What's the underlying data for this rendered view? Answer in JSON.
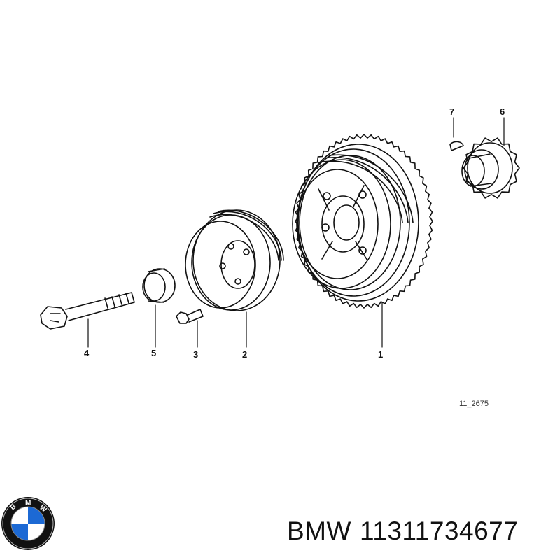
{
  "diagram": {
    "callouts": {
      "c1": "1",
      "c2": "2",
      "c3": "3",
      "c4": "4",
      "c5": "5",
      "c6": "6",
      "c7": "7"
    },
    "reference_code": "11_2675"
  },
  "logo": {
    "name": "bmw-roundel-logo",
    "text": "BMW",
    "colors": {
      "blue": "#1c69d4",
      "black": "#111111",
      "white": "#ffffff"
    }
  },
  "caption": {
    "brand": "BMW",
    "part_number": "11311734677"
  }
}
